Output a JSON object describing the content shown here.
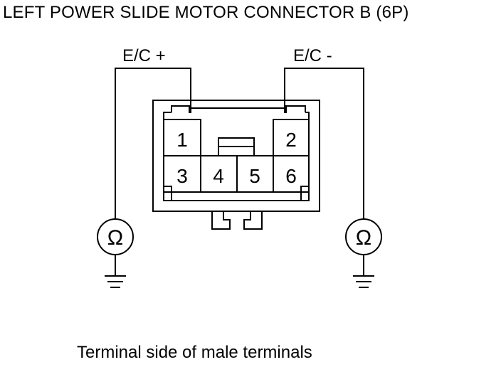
{
  "title": "LEFT POWER SLIDE MOTOR CONNECTOR B (6P)",
  "probe_labels": {
    "left": "E/C +",
    "right": "E/C -"
  },
  "terminals": [
    "1",
    "2",
    "3",
    "4",
    "5",
    "6"
  ],
  "meter_symbol": "Ω",
  "caption": "Terminal side of male terminals"
}
